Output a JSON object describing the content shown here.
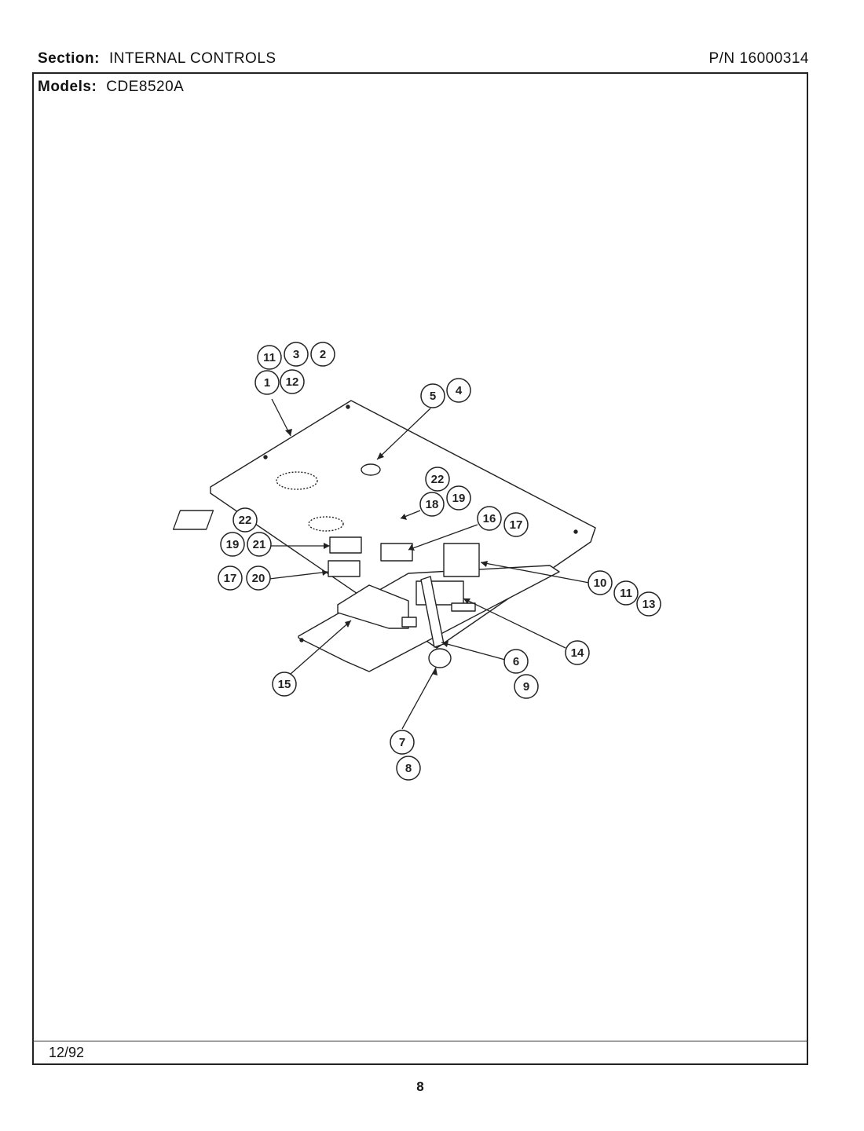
{
  "header": {
    "section_label": "Section:",
    "section_value": "INTERNAL CONTROLS",
    "pn_label": "P/N",
    "pn_value": "16000314",
    "models_label": "Models:",
    "models_value": "CDE8520A"
  },
  "footer": {
    "date": "12/92",
    "page_number": "8"
  },
  "callouts": [
    "11",
    "3",
    "2",
    "1",
    "12",
    "5",
    "4",
    "22",
    "18",
    "19",
    "16",
    "17",
    "22",
    "19",
    "21",
    "17",
    "20",
    "10",
    "11",
    "13",
    "14",
    "6",
    "9",
    "15",
    "7",
    "8"
  ]
}
